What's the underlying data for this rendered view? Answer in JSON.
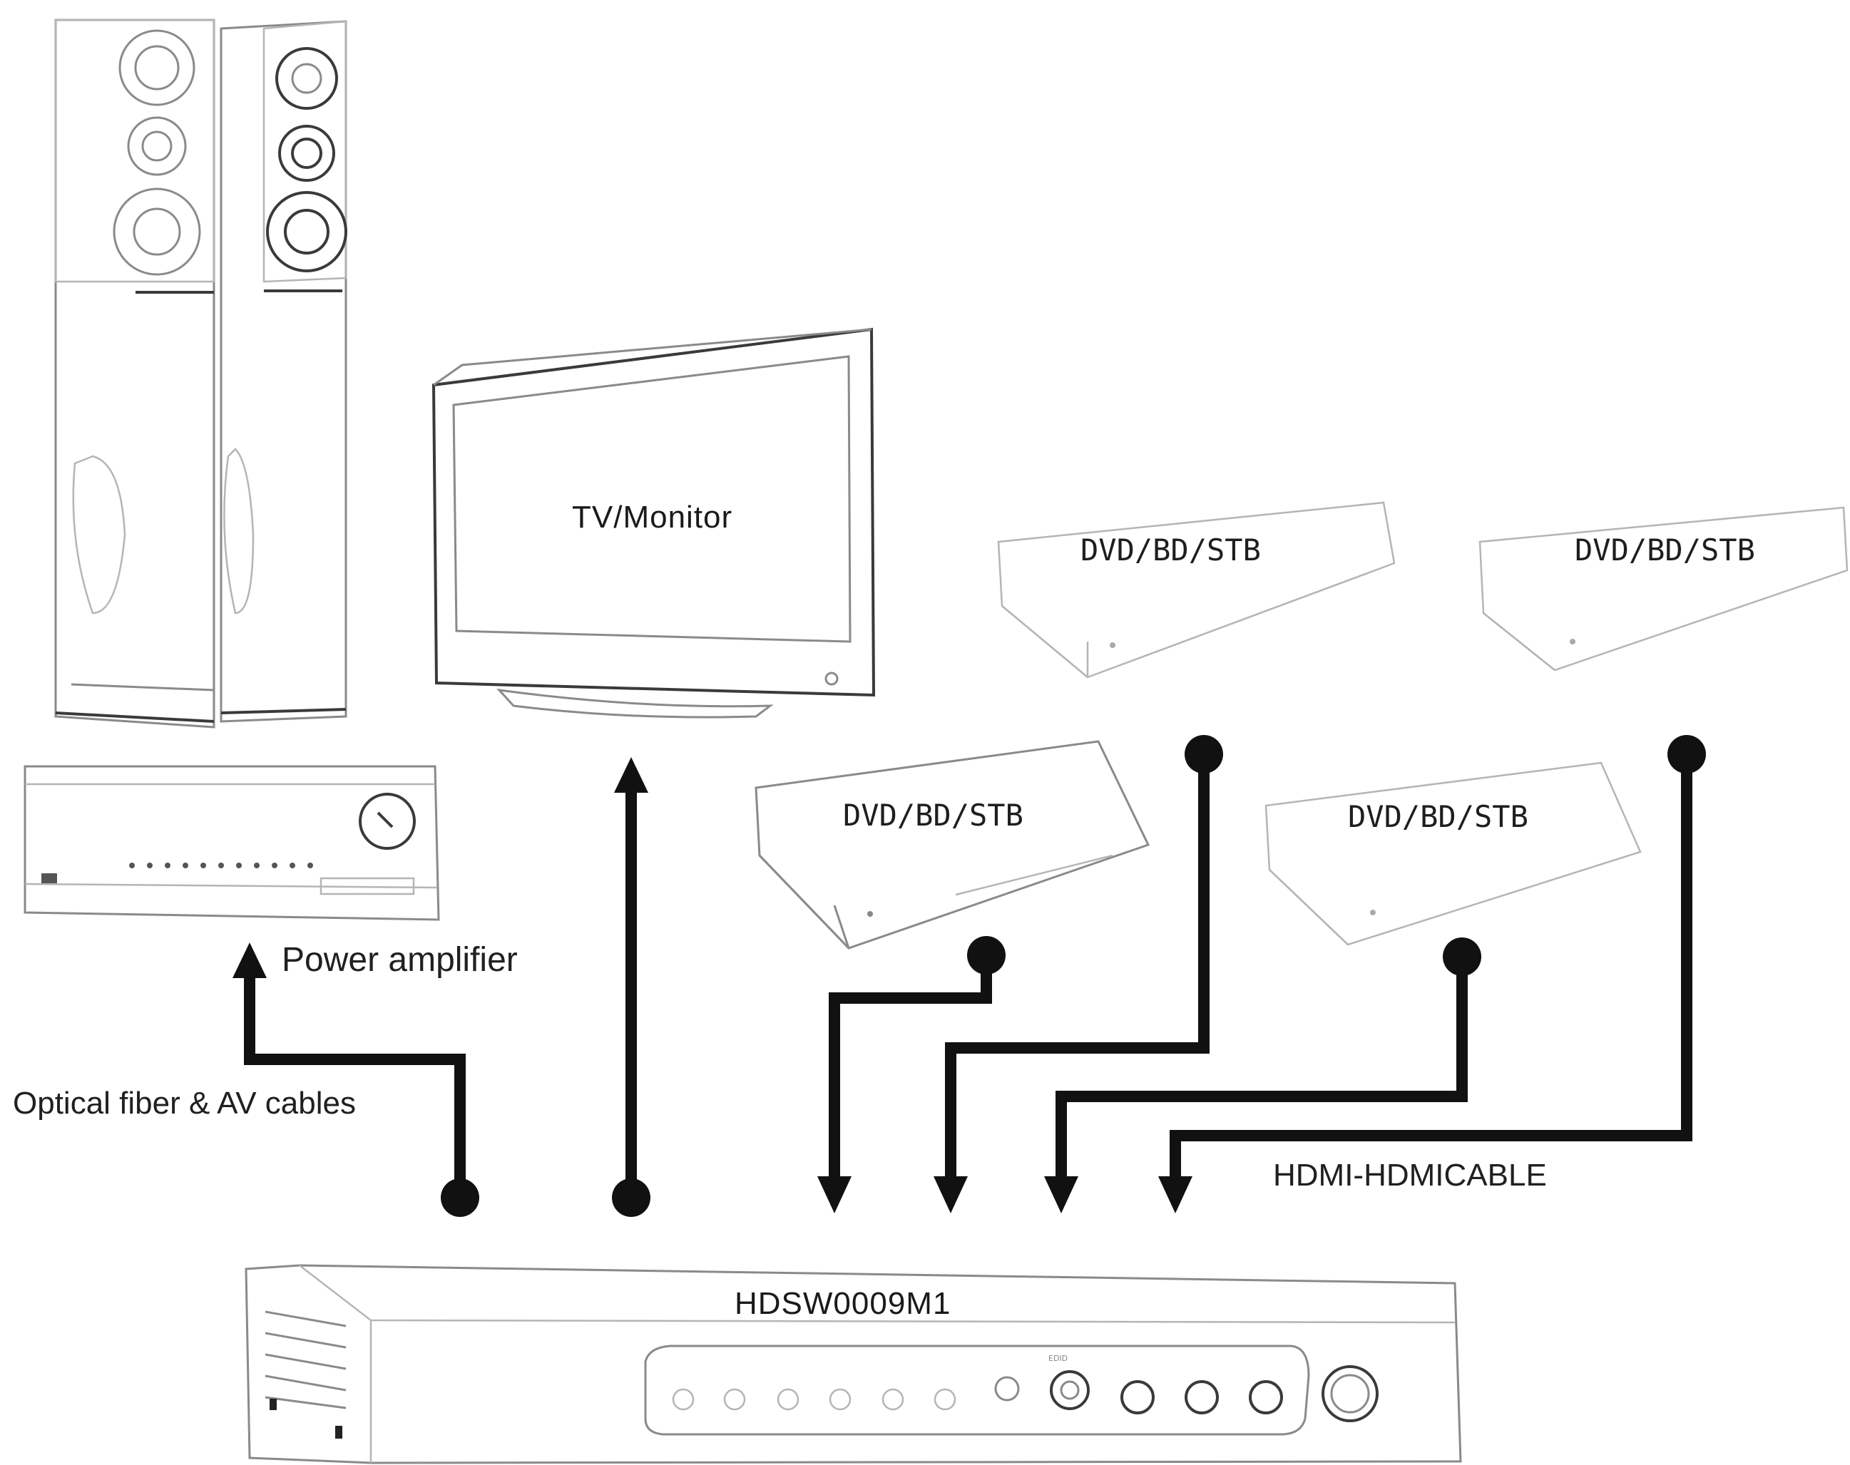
{
  "labels": {
    "tv_monitor": "TV/Monitor",
    "player_top_left": "DVD/BD/STB",
    "player_top_right": "DVD/BD/STB",
    "player_mid_left": "DVD/BD/STB",
    "player_mid_right": "DVD/BD/STB",
    "power_amplifier": "Power amplifier",
    "optical_cables": "Optical fiber & AV cables",
    "hdmi_cable": "HDMI-HDMICABLE",
    "switch_model": "HDSW0009M1"
  },
  "colors": {
    "wire": "#111111",
    "sketch": "#8a8a8a"
  }
}
